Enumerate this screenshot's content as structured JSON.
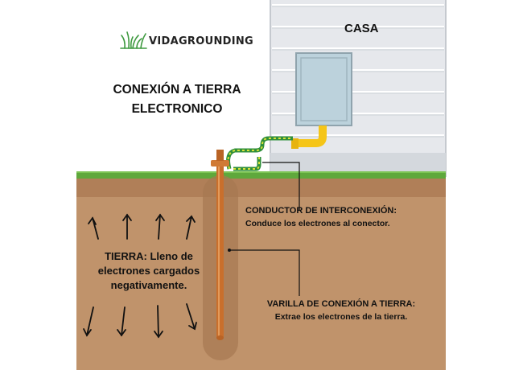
{
  "brand": {
    "name": "VIDAGROUNDING",
    "icon": "grass-icon"
  },
  "title": {
    "line1": "CONEXIÓN A TIERRA",
    "line2": "ELECTRONICO"
  },
  "house": {
    "label": "CASA"
  },
  "soil": {
    "line1": "TIERRA: Lleno de",
    "line2": "electrones cargados",
    "line3": "negativamente."
  },
  "conductor": {
    "title": "CONDUCTOR DE INTERCONEXIÓN:",
    "description": "Conduce los electrones al conector."
  },
  "rod": {
    "title": "VARILLA DE CONEXIÓN A TIERRA:",
    "description": "Extrae los electrones de la tierra."
  },
  "colors": {
    "soil": "#c0936b",
    "grass": "#5fa83c",
    "siding": "#e6e8ec",
    "meter_box": "#bcd2dc",
    "conduit": "#f5c518",
    "rod": "#c96f2c",
    "wire": "#2f8f3a"
  }
}
